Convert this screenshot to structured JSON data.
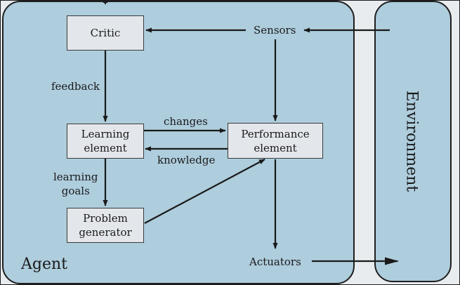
{
  "diagram": {
    "agent_label": "Agent",
    "environment_label": "Environment",
    "components": {
      "critic": "Critic",
      "learning_element": "Learning\nelement",
      "performance_element": "Performance\nelement",
      "problem_generator": "Problem\ngenerator"
    },
    "io": {
      "sensors": "Sensors",
      "actuators": "Actuators"
    },
    "edge_labels": {
      "feedback": "feedback",
      "changes": "changes",
      "knowledge": "knowledge",
      "learning_goals": "learning\ngoals"
    }
  },
  "colors": {
    "agent_fill": "#aecddd",
    "environment_fill": "#aecddd",
    "component_fill": "#e3e6ea",
    "arrow": "#1a1a1a"
  }
}
